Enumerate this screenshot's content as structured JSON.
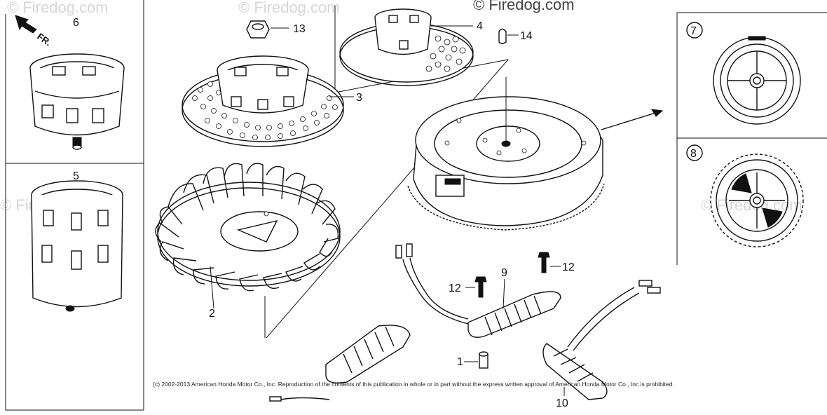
{
  "watermarks": {
    "top_right": "© Firedog.com",
    "repeated": "© Firedog.com"
  },
  "orientation": {
    "front_label": "FR."
  },
  "callouts": [
    "1",
    "2",
    "3",
    "4",
    "5",
    "6",
    "7",
    "8",
    "9",
    "10",
    "12",
    "12",
    "13",
    "14"
  ],
  "footer": {
    "copyright": "(c) 2002-2013 American Honda Motor Co., Inc. Reproduction of the contents of this publication in whole or in part without the express written approval of American Honda Motor Co., Inc is prohibited."
  }
}
